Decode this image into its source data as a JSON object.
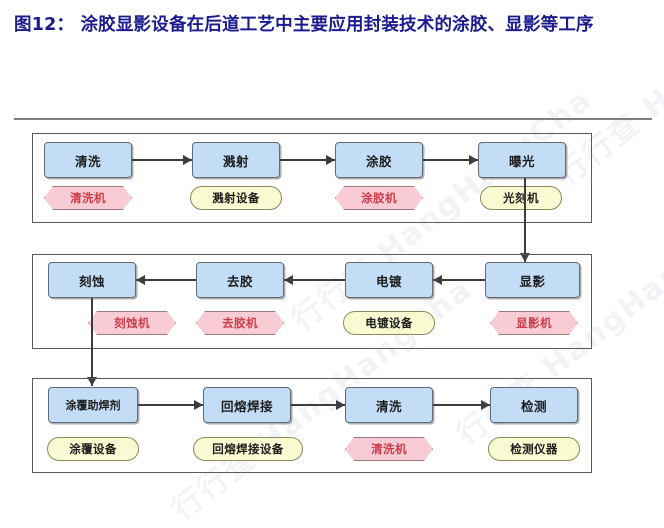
{
  "figure": {
    "title": "图12： 涂胶显影设备在后道工艺中主要应用封装技术的涂胶、显影等工序",
    "watermark": "行行查 HangHangCha"
  },
  "colors": {
    "title_text": "#1b1b8f",
    "process_box_fill": "#c3ddf6",
    "process_box_border": "#5f6b79",
    "equipment_pill_fill": "#fafad2",
    "equipment_pill_border": "#8a8a5c",
    "equipment_hex_fill": "#f9ccd5",
    "equipment_hex_border": "#9c7b82",
    "arrow": "#3d3d3d",
    "panel_border": "#5b5b5b"
  },
  "rows": [
    {
      "id": "row-1",
      "direction": "left-to-right",
      "steps": [
        {
          "process": "清洗",
          "equipment": "清洗机",
          "equipment_shape": "hex"
        },
        {
          "process": "溅射",
          "equipment": "溅射设备",
          "equipment_shape": "pill"
        },
        {
          "process": "涂胶",
          "equipment": "涂胶机",
          "equipment_shape": "hex"
        },
        {
          "process": "曝光",
          "equipment": "光刻机",
          "equipment_shape": "pill"
        }
      ]
    },
    {
      "id": "row-2",
      "direction": "right-to-left",
      "steps": [
        {
          "process": "刻蚀",
          "equipment": "刻蚀机",
          "equipment_shape": "hex"
        },
        {
          "process": "去胶",
          "equipment": "去胶机",
          "equipment_shape": "hex"
        },
        {
          "process": "电镀",
          "equipment": "电镀设备",
          "equipment_shape": "pill"
        },
        {
          "process": "显影",
          "equipment": "显影机",
          "equipment_shape": "hex"
        }
      ]
    },
    {
      "id": "row-3",
      "direction": "left-to-right",
      "steps": [
        {
          "process": "涂覆助焊剂",
          "equipment": "涂覆设备",
          "equipment_shape": "pill"
        },
        {
          "process": "回熔焊接",
          "equipment": "回熔焊接设备",
          "equipment_shape": "pill"
        },
        {
          "process": "清洗",
          "equipment": "清洗机",
          "equipment_shape": "hex"
        },
        {
          "process": "检测",
          "equipment": "检测仪器",
          "equipment_shape": "pill"
        }
      ]
    }
  ]
}
